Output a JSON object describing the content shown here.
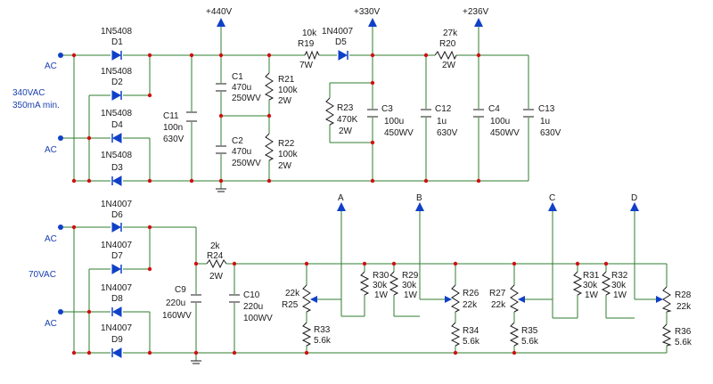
{
  "rails": {
    "v440": "+440V",
    "v330": "+330V",
    "v236": "+236V"
  },
  "inputs": {
    "ac_top1": "AC",
    "ac_top2": "AC",
    "top_voltage": "340VAC",
    "top_current": "350mA min.",
    "ac_bot1": "AC",
    "ac_bot2": "AC",
    "bot_voltage": "70VAC"
  },
  "diodes": {
    "d1": {
      "part": "1N5408",
      "ref": "D1"
    },
    "d2": {
      "part": "1N5408",
      "ref": "D2"
    },
    "d4": {
      "part": "1N5408",
      "ref": "D4"
    },
    "d3": {
      "part": "1N5408",
      "ref": "D3"
    },
    "d5": {
      "part": "1N4007",
      "ref": "D5"
    },
    "d6": {
      "part": "1N4007",
      "ref": "D6"
    },
    "d7": {
      "part": "1N4007",
      "ref": "D7"
    },
    "d8": {
      "part": "1N4007",
      "ref": "D8"
    },
    "d9": {
      "part": "1N4007",
      "ref": "D9"
    }
  },
  "caps": {
    "c11": {
      "ref": "C11",
      "v1": "100n",
      "v2": "630V"
    },
    "c1": {
      "ref": "C1",
      "v1": "470u",
      "v2": "250WV"
    },
    "c2": {
      "ref": "C2",
      "v1": "470u",
      "v2": "250WV"
    },
    "c3": {
      "ref": "C3",
      "v1": "100u",
      "v2": "450WV"
    },
    "c12": {
      "ref": "C12",
      "v1": "1u",
      "v2": "630V"
    },
    "c4": {
      "ref": "C4",
      "v1": "100u",
      "v2": "450WV"
    },
    "c13": {
      "ref": "C13",
      "v1": "1u",
      "v2": "630V"
    },
    "c9": {
      "ref": "C9",
      "v1": "220u",
      "v2": "160WV"
    },
    "c10": {
      "ref": "C10",
      "v1": "220u",
      "v2": "100WV"
    }
  },
  "resistors": {
    "r19": {
      "ref": "R19",
      "v1": "10k",
      "v2": "7W"
    },
    "r20": {
      "ref": "R20",
      "v1": "27k",
      "v2": "2W"
    },
    "r21": {
      "ref": "R21",
      "v1": "100k",
      "v2": "2W"
    },
    "r22": {
      "ref": "R22",
      "v1": "100k",
      "v2": "2W"
    },
    "r23": {
      "ref": "R23",
      "v1": "470K",
      "v2": "2W"
    },
    "r24": {
      "ref": "R24",
      "v1": "2k",
      "v2": "2W"
    },
    "r25": {
      "ref": "R25",
      "v1": "22k"
    },
    "r26": {
      "ref": "R26",
      "v1": "22k"
    },
    "r27": {
      "ref": "R27",
      "v1": "22k"
    },
    "r28": {
      "ref": "R28",
      "v1": "22k"
    },
    "r30": {
      "ref": "R30",
      "v1": "30k",
      "v2": "1W"
    },
    "r29": {
      "ref": "R29",
      "v1": "30k",
      "v2": "1W"
    },
    "r31": {
      "ref": "R31",
      "v1": "30k",
      "v2": "1W"
    },
    "r32": {
      "ref": "R32",
      "v1": "30k",
      "v2": "1W"
    },
    "r33": {
      "ref": "R33",
      "v1": "5.6k"
    },
    "r34": {
      "ref": "R34",
      "v1": "5.6k"
    },
    "r35": {
      "ref": "R35",
      "v1": "5.6k"
    },
    "r36": {
      "ref": "R36",
      "v1": "5.6k"
    }
  },
  "outputs": {
    "a": "A",
    "b": "B",
    "c": "C",
    "d": "D"
  }
}
